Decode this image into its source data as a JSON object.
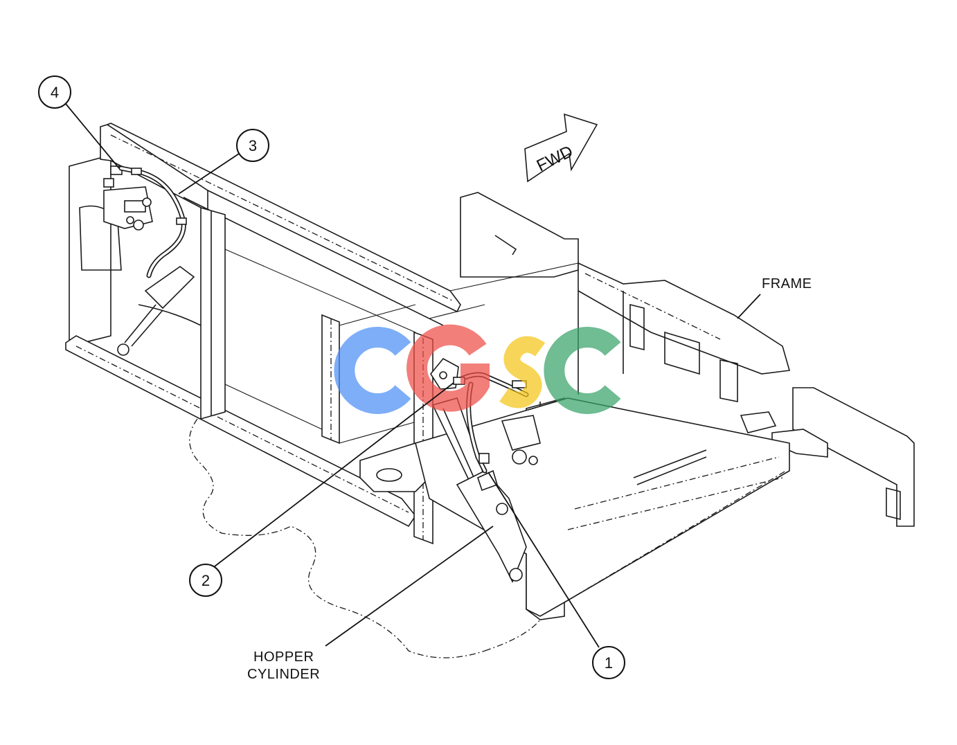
{
  "callouts": [
    {
      "id": "1",
      "label": "1"
    },
    {
      "id": "2",
      "label": "2"
    },
    {
      "id": "3",
      "label": "3"
    },
    {
      "id": "4",
      "label": "4"
    }
  ],
  "labels": {
    "frame": "FRAME",
    "hopper_cylinder_line1": "HOPPER",
    "hopper_cylinder_line2": "CYLINDER",
    "fwd": "FWD"
  },
  "watermark": {
    "text": "CGSC",
    "colors": [
      "#4d8ff5",
      "#ee4e47",
      "#f5c518",
      "#3aa36a"
    ]
  }
}
